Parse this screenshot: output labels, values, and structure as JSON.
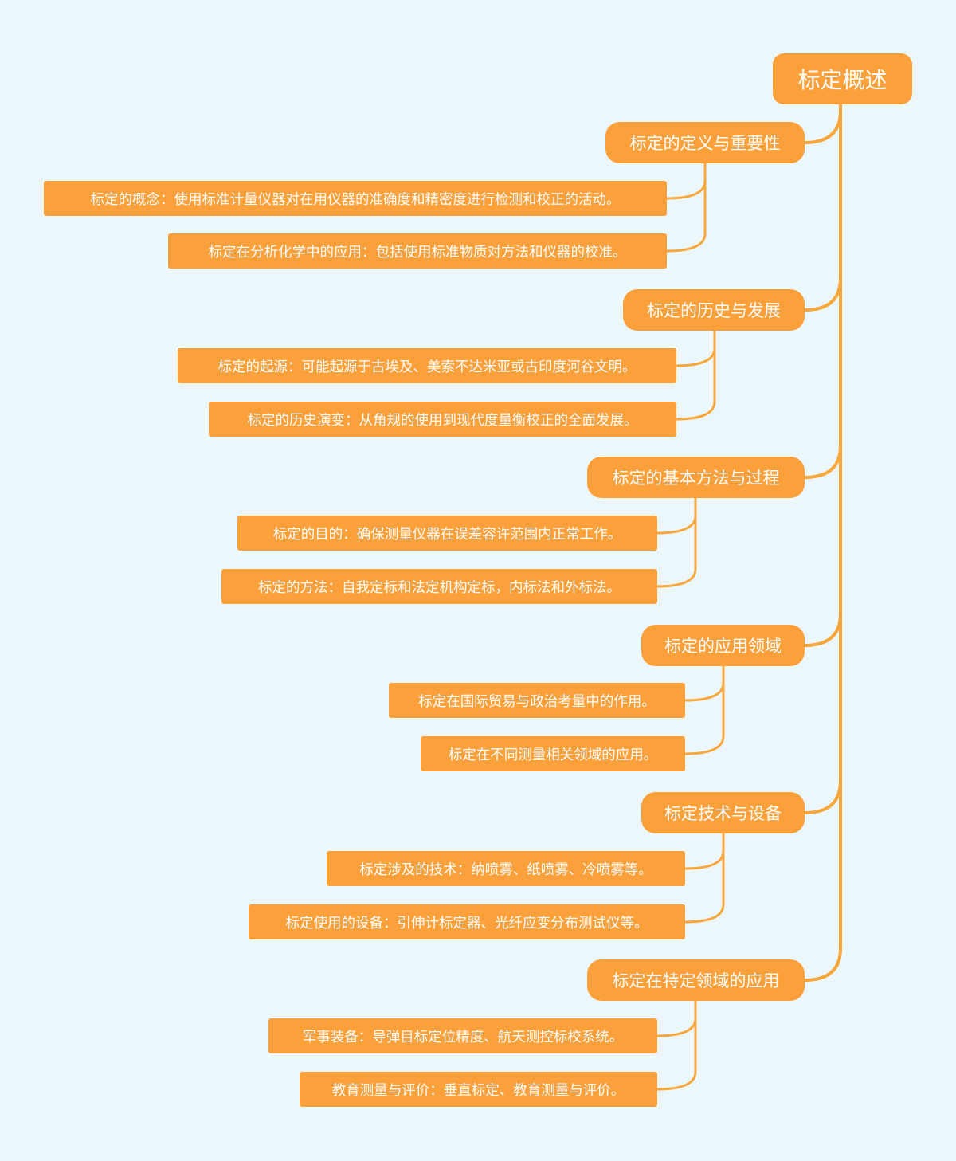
{
  "root": {
    "label": "标定概述"
  },
  "branches": [
    {
      "label": "标定的定义与重要性",
      "children": [
        "标定的概念：使用标准计量仪器对在用仪器的准确度和精密度进行检测和校正的活动。",
        "标定在分析化学中的应用：包括使用标准物质对方法和仪器的校准。"
      ]
    },
    {
      "label": "标定的历史与发展",
      "children": [
        "标定的起源：可能起源于古埃及、美索不达米亚或古印度河谷文明。",
        "标定的历史演变：从角规的使用到现代度量衡校正的全面发展。"
      ]
    },
    {
      "label": "标定的基本方法与过程",
      "children": [
        "标定的目的：确保测量仪器在误差容许范围内正常工作。",
        "标定的方法：自我定标和法定机构定标，内标法和外标法。"
      ]
    },
    {
      "label": "标定的应用领域",
      "children": [
        "标定在国际贸易与政治考量中的作用。",
        "标定在不同测量相关领域的应用。"
      ]
    },
    {
      "label": "标定技术与设备",
      "children": [
        "标定涉及的技术：纳喷雾、纸喷雾、冷喷雾等。",
        "标定使用的设备：引伸计标定器、光纤应变分布测试仪等。"
      ]
    },
    {
      "label": "标定在特定领域的应用",
      "children": [
        "军事装备：导弹目标定位精度、航天测控标校系统。",
        "教育测量与评价：垂直标定、教育测量与评价。"
      ]
    }
  ],
  "colors": {
    "background": "#ebf7fa",
    "node": "#fba03b",
    "line": "#f8a73d",
    "text": "#ffffff"
  }
}
